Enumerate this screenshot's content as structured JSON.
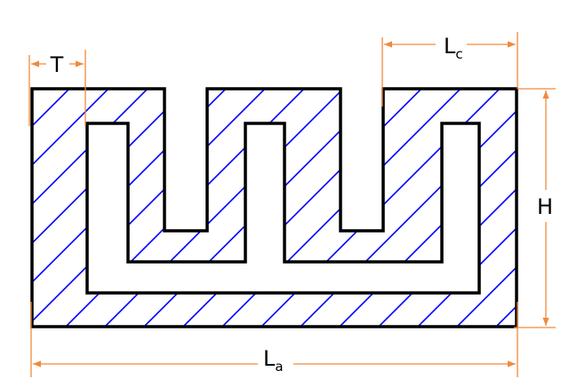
{
  "diagram": {
    "labels": {
      "T": "T",
      "Lc_main": "L",
      "Lc_sub": "c",
      "H": "H",
      "La_main": "L",
      "La_sub": "a"
    },
    "colors": {
      "outline": "#000000",
      "hatch": "#0000ff",
      "dimension": "#f08a3c"
    }
  }
}
